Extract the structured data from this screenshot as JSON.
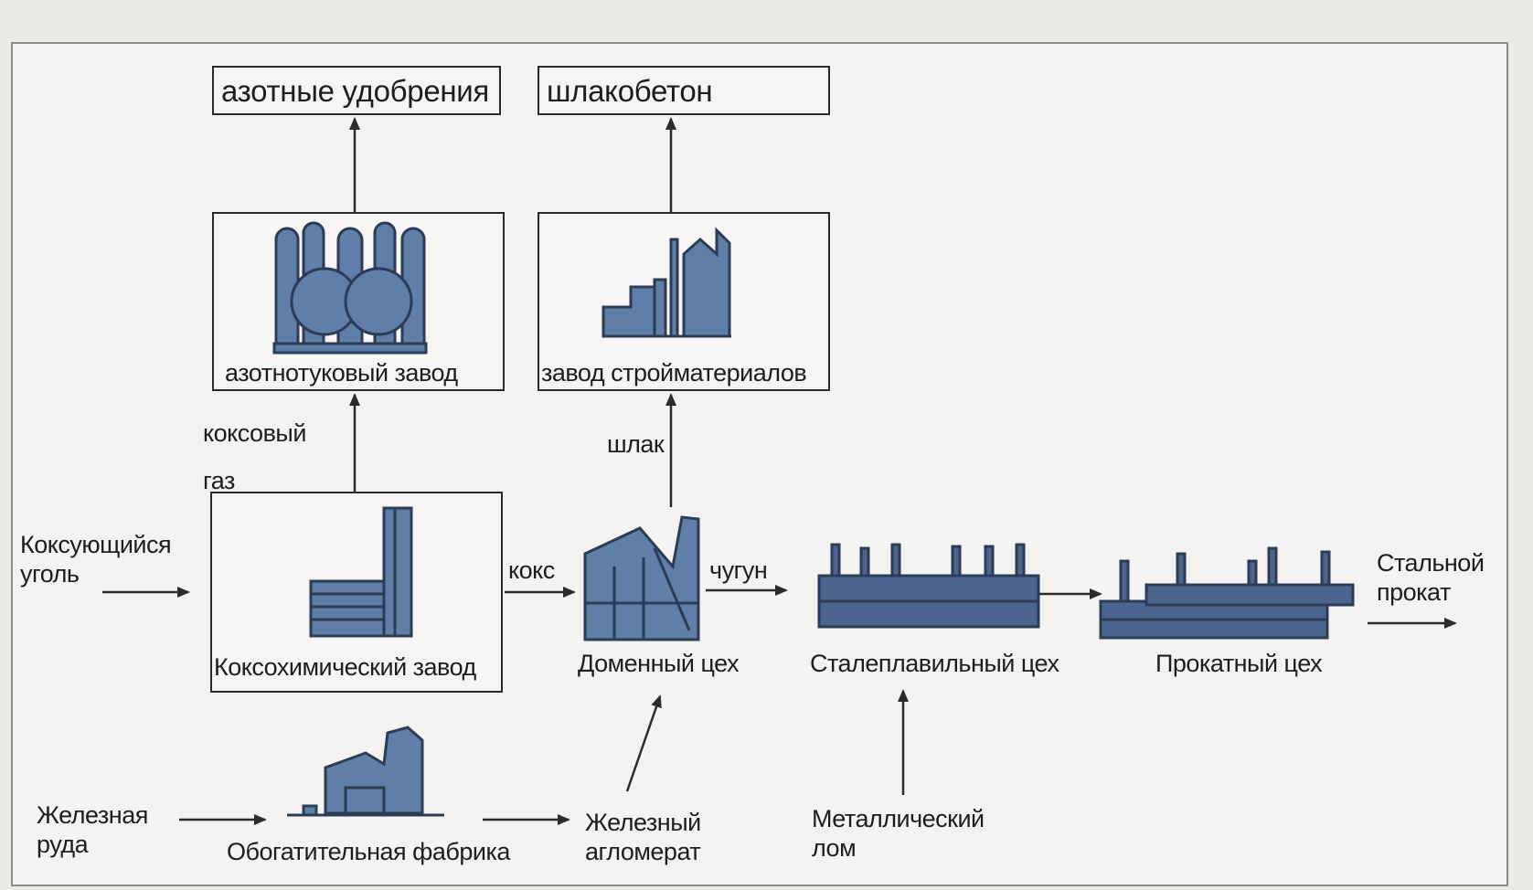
{
  "products": {
    "fertilizers": "азотные удобрения",
    "slag_concrete": "шлакобетон"
  },
  "plants": {
    "nitrogen_plant": "азотнотуковый завод",
    "building_materials_plant": "завод стройматериалов",
    "coke_chemical_plant": "Коксохимический завод",
    "blast_furnace_shop": "Доменный цех",
    "steelmaking_shop": "Сталеплавильный цех",
    "rolling_shop": "Прокатный цех",
    "enrichment_factory": "Обогатительная фабрика"
  },
  "flows": {
    "coke_gas": "коксовый\nгаз",
    "slag": "шлак",
    "coke": "кокс",
    "pig_iron": "чугун"
  },
  "inputs": {
    "coking_coal": "Коксующийся\nуголь",
    "iron_ore": "Железная\nруда",
    "iron_agglomerate": "Железный\nагломерат",
    "scrap_metal": "Металлический\nлом"
  },
  "outputs": {
    "rolled_steel": "Стальной\nпрокат"
  },
  "colors": {
    "building_fill": "#5f7fa8",
    "building_dark": "#2c3c55",
    "line": "#2b2b2b"
  }
}
